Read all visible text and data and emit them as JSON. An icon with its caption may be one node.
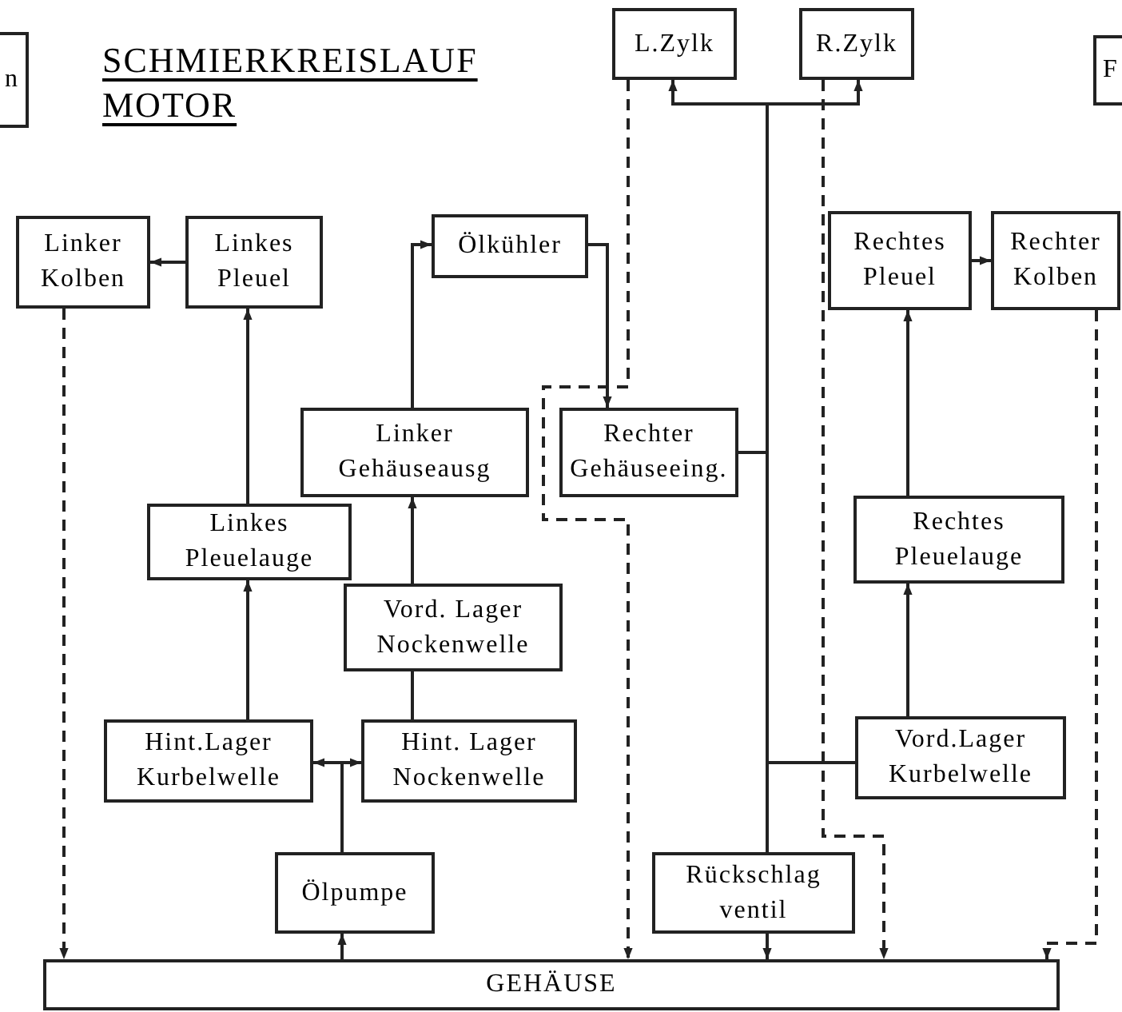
{
  "diagram": {
    "title": "SCHMIERKREISLAUF MOTOR",
    "nodes": [
      {
        "text": [
          "n"
        ]
      },
      {
        "text": [
          "L.Zylk"
        ]
      },
      {
        "text": [
          "R.Zylk"
        ]
      },
      {
        "text": [
          "F"
        ]
      },
      {
        "text": [
          "Linker Kolben"
        ]
      },
      {
        "text": [
          "Linkes Pleuel"
        ]
      },
      {
        "text": [
          "Ölkühler"
        ]
      },
      {
        "text": [
          "Rechtes Pleuel"
        ]
      },
      {
        "text": [
          "Rechter Kolben"
        ]
      },
      {
        "text": [
          "Linker Gehäuseausg"
        ]
      },
      {
        "text": [
          "Rechter Gehäuseeing."
        ]
      },
      {
        "text": [
          "Linkes Pleuelauge"
        ]
      },
      {
        "text": [
          "Rechtes Pleuelauge"
        ]
      },
      {
        "text": [
          "Vord. Lager Nockenwelle"
        ]
      },
      {
        "text": [
          "Hint.Lager Kurbelwelle"
        ]
      },
      {
        "text": [
          "Hint. Lager Nockenwelle"
        ]
      },
      {
        "text": [
          "Vord.Lager Kurbelwelle"
        ]
      },
      {
        "text": [
          "Ölpumpe"
        ]
      },
      {
        "text": [
          "Rückschlag ventil"
        ]
      },
      {
        "text": [
          "GEHÄUSE"
        ]
      }
    ],
    "edges": [
      {
        "from": 5,
        "to": 4,
        "arrow": "to"
      },
      {
        "from": 11,
        "to": 5,
        "arrow": "to"
      },
      {
        "from": 14,
        "to": 11,
        "arrow": "to"
      },
      {
        "from": 19,
        "to": 17,
        "arrow": "to"
      },
      {
        "from": 17,
        "to": 14,
        "arrow": "to"
      },
      {
        "from": 17,
        "to": 15,
        "arrow": "to"
      },
      {
        "from": 15,
        "to": 13,
        "arrow": "none"
      },
      {
        "from": 13,
        "to": 9,
        "arrow": "to"
      },
      {
        "from": 9,
        "to": 6,
        "arrow": "to"
      },
      {
        "from": 6,
        "to": 10,
        "arrow": "to"
      },
      {
        "from": 10,
        "to": 1,
        "arrow": "to"
      },
      {
        "from": 10,
        "to": 2,
        "arrow": "to"
      },
      {
        "from": 10,
        "to": 16,
        "arrow": "none"
      },
      {
        "from": 10,
        "to": 18,
        "arrow": "none"
      },
      {
        "from": 16,
        "to": 12,
        "arrow": "to"
      },
      {
        "from": 12,
        "to": 7,
        "arrow": "to"
      },
      {
        "from": 7,
        "to": 8,
        "arrow": "to"
      },
      {
        "from": 18,
        "to": 19,
        "arrow": "to"
      },
      {
        "from": 4,
        "to": 19,
        "arrow": "to",
        "style": "dashed"
      },
      {
        "from": 1,
        "to": 19,
        "arrow": "to",
        "style": "dashed"
      },
      {
        "from": 2,
        "to": 19,
        "arrow": "to",
        "style": "dashed"
      },
      {
        "from": 8,
        "to": 19,
        "arrow": "to",
        "style": "dashed"
      }
    ]
  }
}
